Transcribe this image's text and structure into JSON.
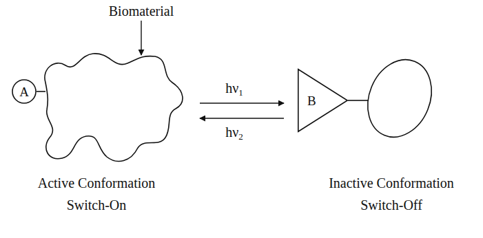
{
  "diagram": {
    "nodes": [
      {
        "text": [
          "A"
        ]
      },
      {
        "text": [
          "B"
        ]
      }
    ],
    "labels": [
      "Biomaterial",
      "hν1",
      "hν2",
      "Active Conformation Switch-On",
      "Inactive Conformation Switch-Off"
    ]
  }
}
